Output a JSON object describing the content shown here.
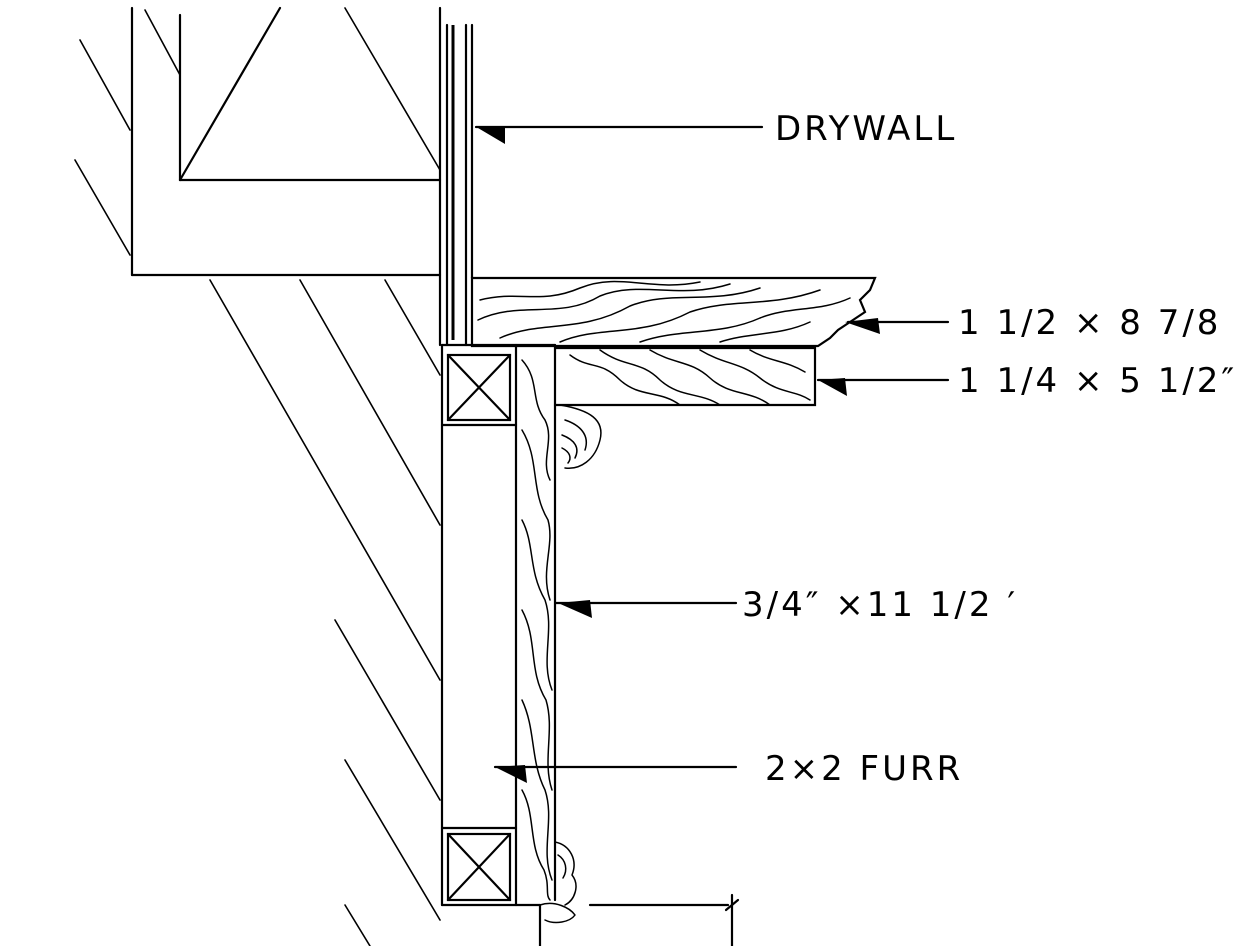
{
  "diagram": {
    "labels": {
      "drywall": "DRYWALL",
      "board_top": "1 1/2  ×  8  7/8",
      "board_mid": "1 1/4  ×  5 1/2″",
      "board_vert": "3/4″ ×11 1/2 ′",
      "furr": "2×2  FURR"
    },
    "colors": {
      "ink": "#000000",
      "paper": "#ffffff"
    }
  }
}
